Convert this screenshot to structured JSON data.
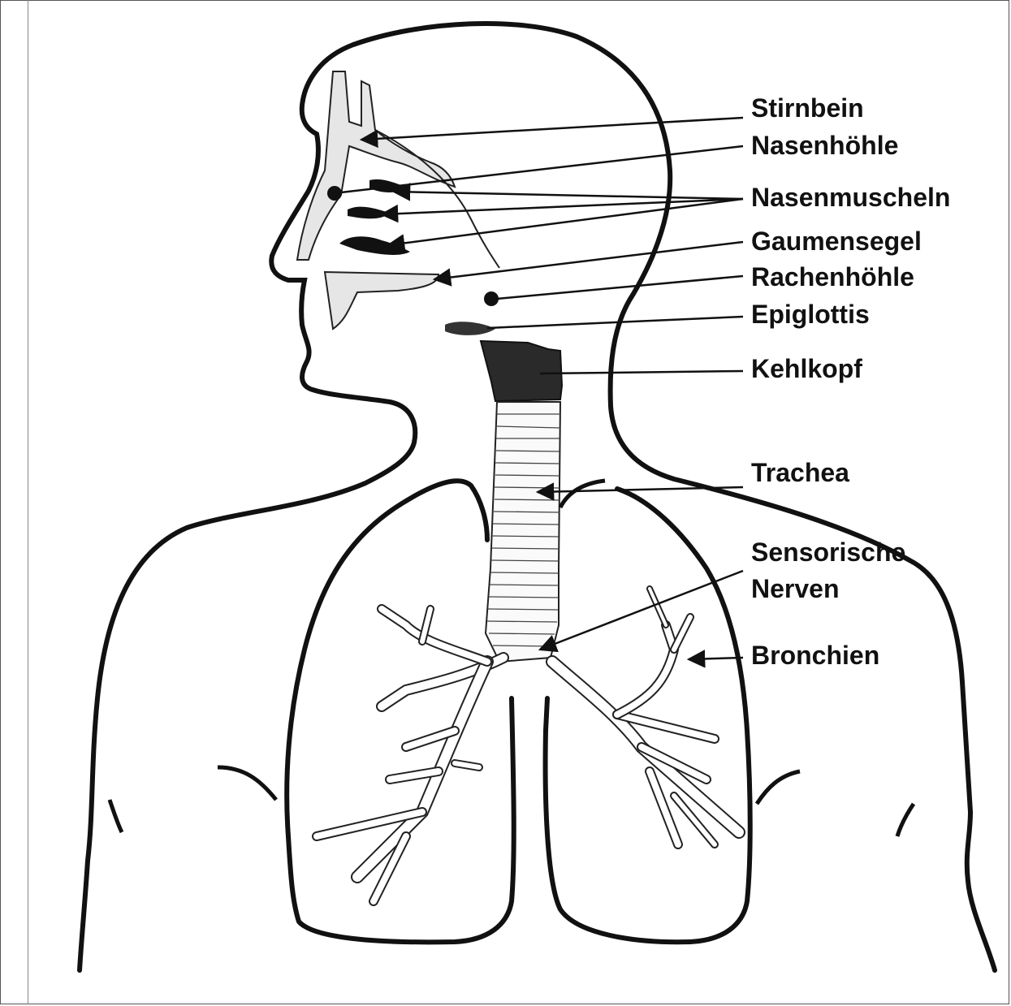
{
  "labels": {
    "stirnbein": "Stirnbein",
    "nasenhoehle": "Nasenhöhle",
    "nasenmuscheln": "Nasenmuscheln",
    "gaumensegel": "Gaumensegel",
    "rachenhoehle": "Rachenhöhle",
    "epiglottis": "Epiglottis",
    "kehlkopf": "Kehlkopf",
    "trachea": "Trachea",
    "sensorische_line1": "Sensorische",
    "sensorische_line2": "Nerven",
    "bronchien": "Bronchien"
  },
  "colors": {
    "ink": "#111111",
    "bone_fill": "#e6e6e6",
    "background": "#ffffff"
  }
}
